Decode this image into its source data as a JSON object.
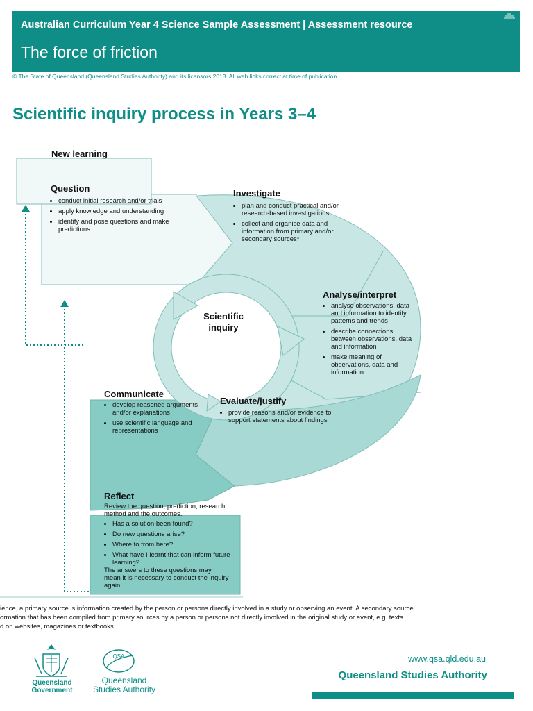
{
  "header": {
    "subtitle": "Australian Curriculum Year 4 Science Sample Assessment | Assessment resource",
    "title": "The force of friction"
  },
  "copyright": "© The State of Queensland (Queensland Studies Authority) and its licensors 2013. All web links correct at time of publication.",
  "page_title": "Scientific inquiry process in Years 3–4",
  "diagram": {
    "new_learning": "New learning",
    "question": {
      "label": "Question",
      "items": [
        "conduct initial research and/or trials",
        "apply knowledge and understanding",
        "identify and pose questions and make predictions"
      ]
    },
    "investigate": {
      "label": "Investigate",
      "items": [
        "plan and conduct practical and/or research-based investigations",
        "collect and organise data and information from primary and/or secondary sources*"
      ]
    },
    "analyse": {
      "label": "Analyse/interpret",
      "items": [
        "analyse observations, data and information to identify patterns and trends",
        "describe connections between observations, data and information",
        "make meaning of observations, data and information"
      ]
    },
    "center": {
      "line1": "Scientific",
      "line2": "inquiry"
    },
    "communicate": {
      "label": "Communicate",
      "items": [
        "develop reasoned arguments and/or explanations",
        "use scientific language and representations"
      ]
    },
    "evaluate": {
      "label": "Evaluate/justify",
      "items": [
        "provide reasons and/or evidence to support statements about findings"
      ]
    },
    "reflect": {
      "label": "Reflect",
      "intro": "Review the question, prediction, research method and the outcomes.",
      "items": [
        "Has a solution been found?",
        "Do new questions arise?",
        "Where to from here?",
        "What have I learnt that can inform future learning?"
      ],
      "outro": "The answers to these questions may mean it is necessary to conduct the inquiry again."
    }
  },
  "footnote": {
    "line1": "ience, a primary source is information created by the person or persons directly involved in a study or observing an event. A secondary source",
    "line2": "ormation that has been compiled from primary sources by a person or persons not directly involved in the original study or event, e.g. texts",
    "line3": "d on websites, magazines or textbooks."
  },
  "footer": {
    "url": "www.qsa.qld.edu.au",
    "org": "Queensland Studies Authority",
    "logo_left": {
      "line1": "Queensland",
      "line2": "Government"
    },
    "logo_right": {
      "line1": "Queensland",
      "line2": "Studies Authority"
    },
    "logo_mark": "QSA"
  },
  "colors": {
    "brand": "#0e8e86",
    "panel_light": "#f1f8f8",
    "panel_mid": "#c8e7e4",
    "panel_dark": "#86cbc4"
  }
}
